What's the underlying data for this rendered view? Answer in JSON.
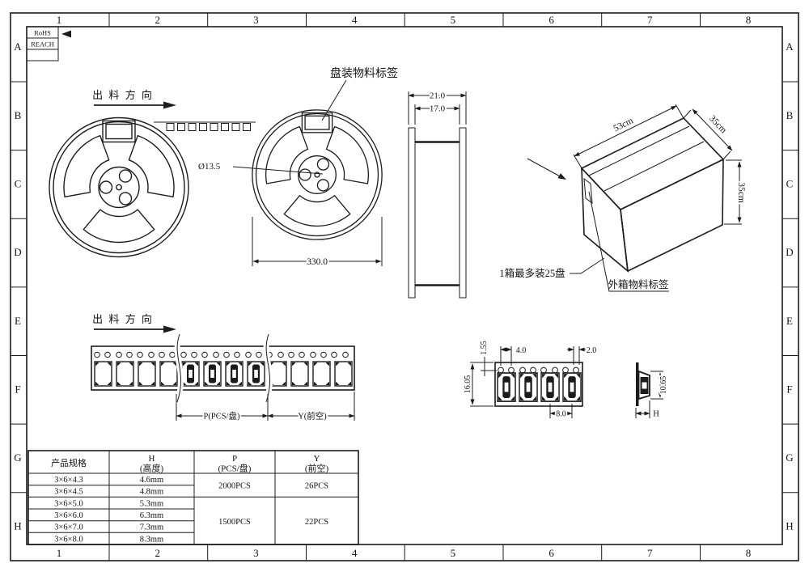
{
  "drawing": {
    "frame": {
      "columns": [
        "1",
        "2",
        "3",
        "4",
        "5",
        "6",
        "7",
        "8"
      ],
      "rows": [
        "A",
        "B",
        "C",
        "D",
        "E",
        "F",
        "G",
        "H"
      ]
    },
    "compliance": {
      "rohs": "RoHS",
      "reach": "REACH"
    },
    "annotations": {
      "feed_direction": "出 料 方 向",
      "reel_label": "盘装物料标签",
      "carton_capacity": "1箱最多装25盘",
      "carton_label": "外箱物料标签"
    },
    "dimensions": {
      "reel_diameter": "330.0",
      "hub_hole_diameter": "Ø13.5",
      "reel_outer_width": "21.0",
      "reel_inner_width": "17.0",
      "carton_length": "53cm",
      "carton_depth": "35cm",
      "carton_height": "35cm",
      "sprocket_pitch": "4.0",
      "sprocket_hole_diameter": "2.0",
      "hole_edge_margin": "1.55",
      "tape_width": "16.05",
      "pocket_pitch": "8.0",
      "pocket_length": "10.65",
      "pocket_height": "H",
      "pcs_per_reel_span": "P(PCS/盘)",
      "leader_span": "Y(前空)"
    },
    "table": {
      "headers": {
        "spec": "产品规格",
        "h": "H",
        "h_sub": "(高度)",
        "p": "P",
        "p_sub": "(PCS/盘)",
        "y": "Y",
        "y_sub": "(前空)"
      },
      "rows": [
        {
          "spec": "3×6×4.3",
          "height": "4.6mm"
        },
        {
          "spec": "3×6×4.5",
          "height": "4.8mm"
        },
        {
          "spec": "3×6×5.0",
          "height": "5.3mm"
        },
        {
          "spec": "3×6×6.0",
          "height": "6.3mm"
        },
        {
          "spec": "3×6×7.0",
          "height": "7.3mm"
        },
        {
          "spec": "3×6×8.0",
          "height": "8.3mm"
        }
      ],
      "groups": [
        {
          "pcs_per_reel": "2000PCS",
          "leader": "26PCS"
        },
        {
          "pcs_per_reel": "1500PCS",
          "leader": "22PCS"
        }
      ]
    }
  }
}
